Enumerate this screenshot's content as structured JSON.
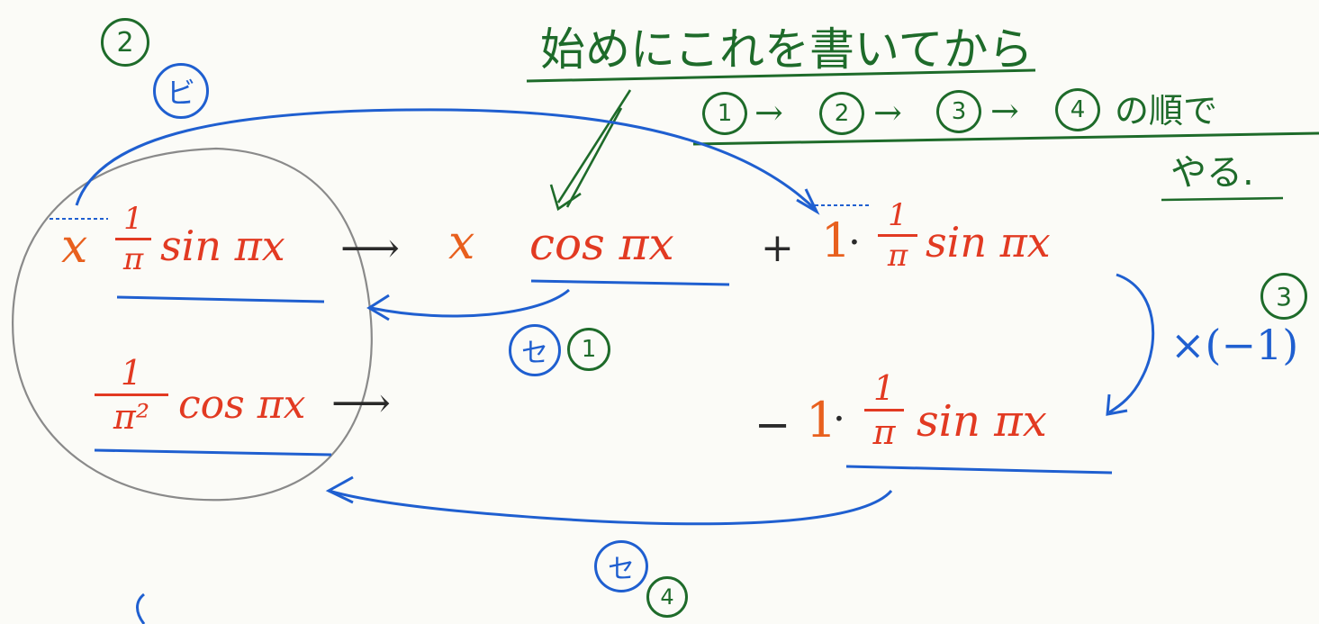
{
  "annotations": {
    "step2_label": "2",
    "step2_kanji": "ビ",
    "note_line1": "始めにこれを書いてから",
    "order": {
      "s1": "1",
      "s2": "2",
      "s3": "3",
      "s4": "4",
      "arrow": "→",
      "suffix_line1": "の順で",
      "suffix_line2": "やる."
    },
    "step1_kanji": "セ",
    "step1_label": "1",
    "step3_label": "3",
    "step3_multiplier": "×(−1)",
    "step4_kanji": "セ",
    "step4_label": "4"
  },
  "math": {
    "row1_left_x": "x",
    "row1_left_frac_num": "1",
    "row1_left_frac_den": "π",
    "row1_left_fn": "sin πx",
    "arrow": "⟶",
    "row1_mid_x": "x",
    "row1_mid_fn": "cos πx",
    "plus": "+",
    "row1_right_one": "1",
    "dot": "·",
    "row1_right_frac_num": "1",
    "row1_right_frac_den": "π",
    "row1_right_fn": "sin πx",
    "row2_left_frac_num": "1",
    "row2_left_frac_den": "π²",
    "row2_left_fn": "cos πx",
    "row2_right_minus": "−",
    "row2_right_one": "1",
    "row2_right_frac_num": "1",
    "row2_right_frac_den": "π",
    "row2_right_fn": "sin πx"
  },
  "colors": {
    "green": "#1e6b2a",
    "blue": "#1f5fd0",
    "red": "#e23a22",
    "underline": "#1f5fd0",
    "pencil": "#7a7a7a"
  }
}
